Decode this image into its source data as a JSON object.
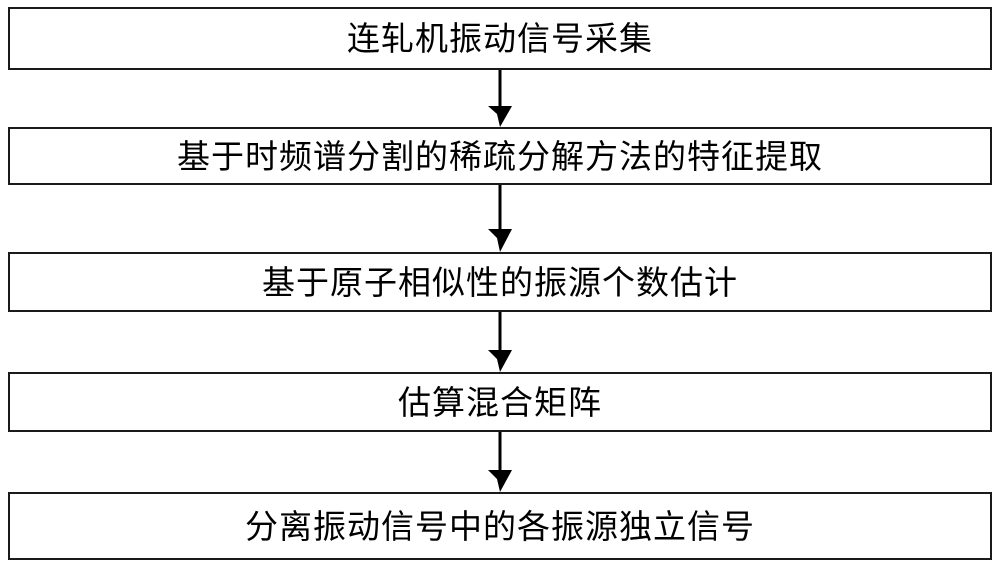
{
  "diagram": {
    "type": "flowchart",
    "orientation": "vertical",
    "background_color": "#ffffff",
    "box_border_color": "#1a1a1a",
    "text_color": "#000000",
    "arrow_color": "#000000",
    "steps": [
      {
        "id": "step-1",
        "label": "连轧机振动信号采集"
      },
      {
        "id": "step-2",
        "label": "基于时频谱分割的稀疏分解方法的特征提取"
      },
      {
        "id": "step-3",
        "label": "基于原子相似性的振源个数估计"
      },
      {
        "id": "step-4",
        "label": "估算混合矩阵"
      },
      {
        "id": "step-5",
        "label": "分离振动信号中的各振源独立信号"
      }
    ],
    "connectors": [
      {
        "id": "arrow-1",
        "from": "step-1",
        "to": "step-2",
        "icon": "down-arrow-icon"
      },
      {
        "id": "arrow-2",
        "from": "step-2",
        "to": "step-3",
        "icon": "down-arrow-icon"
      },
      {
        "id": "arrow-3",
        "from": "step-3",
        "to": "step-4",
        "icon": "down-arrow-icon"
      },
      {
        "id": "arrow-4",
        "from": "step-4",
        "to": "step-5",
        "icon": "down-arrow-icon"
      }
    ]
  }
}
